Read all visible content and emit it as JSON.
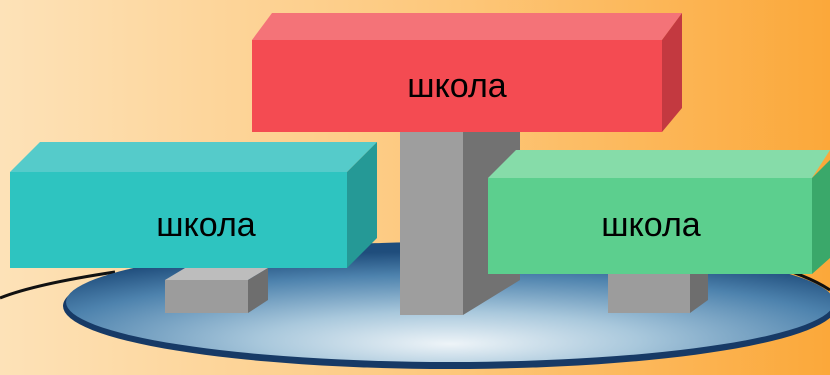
{
  "blocks": {
    "top": {
      "label": "школа",
      "color": "#f44b52"
    },
    "left": {
      "label": "школа",
      "color": "#2ec4c0"
    },
    "right": {
      "label": "школа",
      "color": "#5ccf8e"
    }
  },
  "colors": {
    "background_light": "#fde0b4",
    "background_dark": "#fba93a",
    "platform_edge": "#1a3f6e",
    "platform_center": "#e4eef5",
    "pillar": "#9a9a9a"
  }
}
